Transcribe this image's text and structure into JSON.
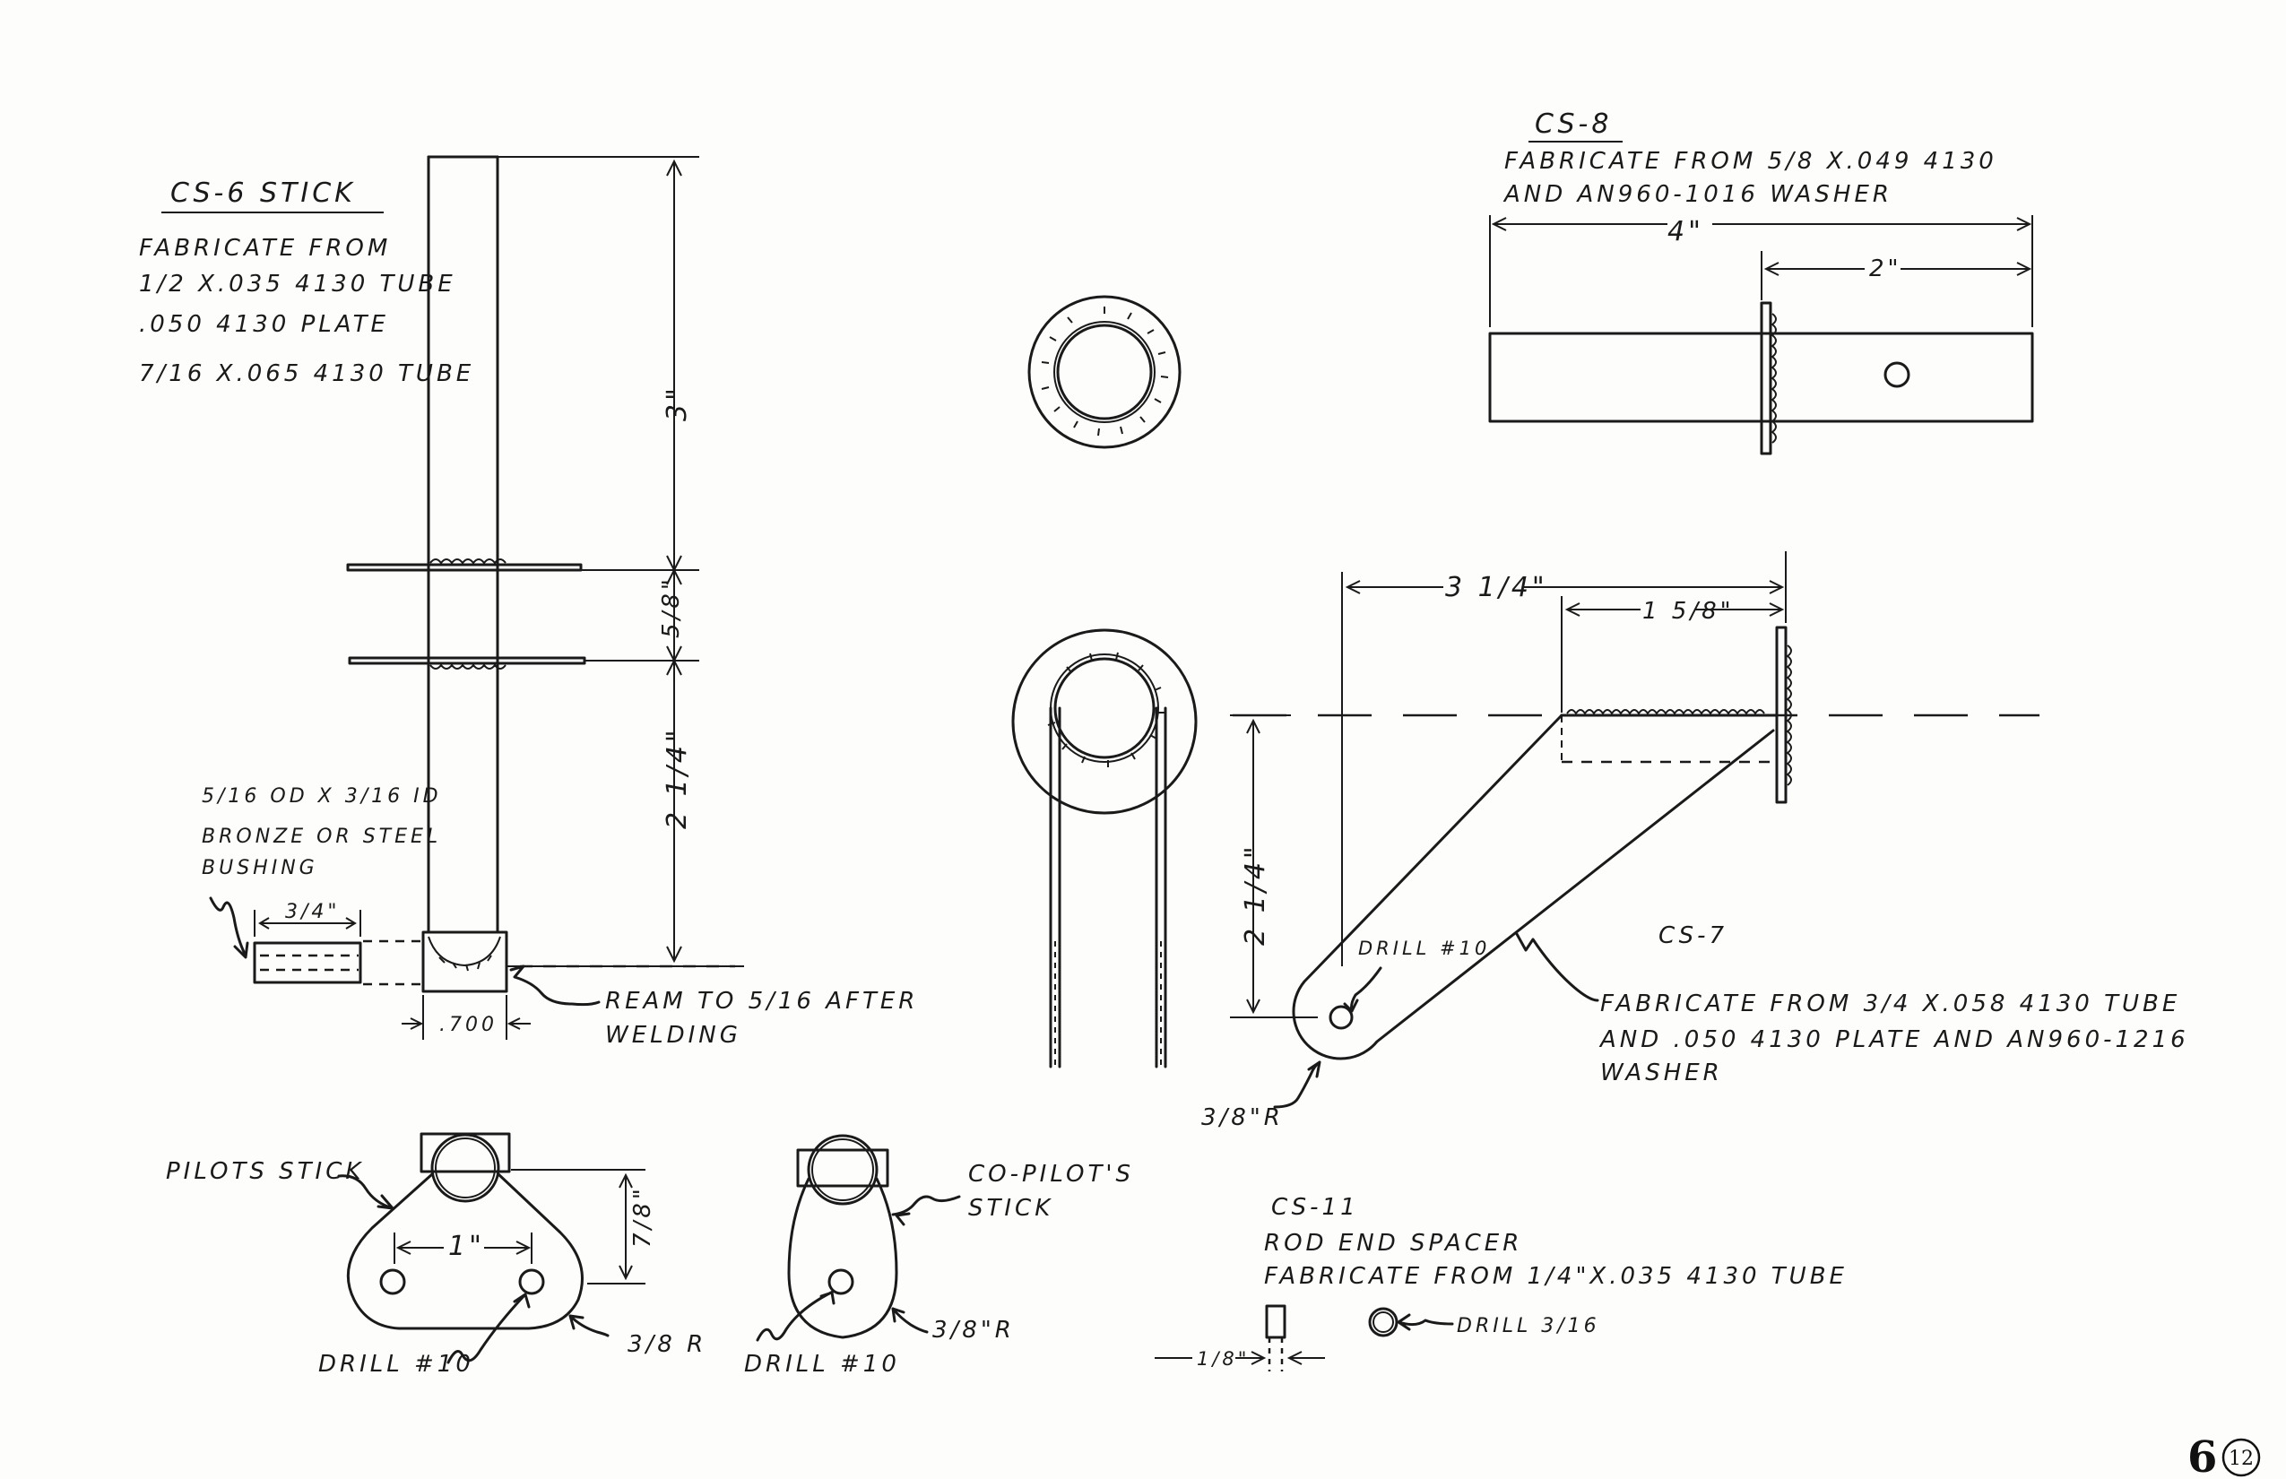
{
  "cs6": {
    "title": "CS-6 STICK",
    "lines": [
      "FABRICATE FROM",
      "1/2 X.035 4130 TUBE",
      ".050 4130 PLATE",
      "7/16 X.065 4130 TUBE"
    ],
    "dim_top": "3\"",
    "dim_mid": "5/8\"",
    "dim_low": "2 1/4\"",
    "bushing": [
      "5/16 OD X 3/16 ID",
      "BRONZE OR STEEL",
      "BUSHING"
    ],
    "bushing_len": "3/4\"",
    "width": ".700",
    "ream": [
      "REAM TO 5/16 AFTER",
      "WELDING"
    ]
  },
  "cs8": {
    "title": "CS-8",
    "lines": [
      "FABRICATE FROM 5/8 X.049 4130",
      "AND AN960-1016 WASHER"
    ],
    "dim_total": "4\"",
    "dim_half": "2\""
  },
  "cs7": {
    "title": "CS-7",
    "dim_overall": "3 1/4\"",
    "dim_tube": "1 5/8\"",
    "dim_height": "2 1/4\"",
    "drill": "DRILL #10",
    "radius": "3/8\"R",
    "lines": [
      "FABRICATE FROM 3/4 X.058 4130 TUBE",
      "AND .050 4130 PLATE AND AN960-1216",
      "WASHER"
    ]
  },
  "pilot": {
    "label": "PILOTS STICK",
    "spacing": "1\"",
    "height": "7/8\"",
    "radius": "3/8 R",
    "drill": "DRILL #10"
  },
  "copilot": {
    "label": [
      "CO-PILOT'S",
      "STICK"
    ],
    "radius": "3/8\"R",
    "drill": "DRILL #10"
  },
  "cs11": {
    "title": "CS-11",
    "lines": [
      "ROD END SPACER",
      "FABRICATE FROM 1/4\"X.035 4130 TUBE"
    ],
    "length": "1/8\"",
    "drill": "DRILL 3/16"
  },
  "page": {
    "number": "6",
    "circled": "12"
  }
}
